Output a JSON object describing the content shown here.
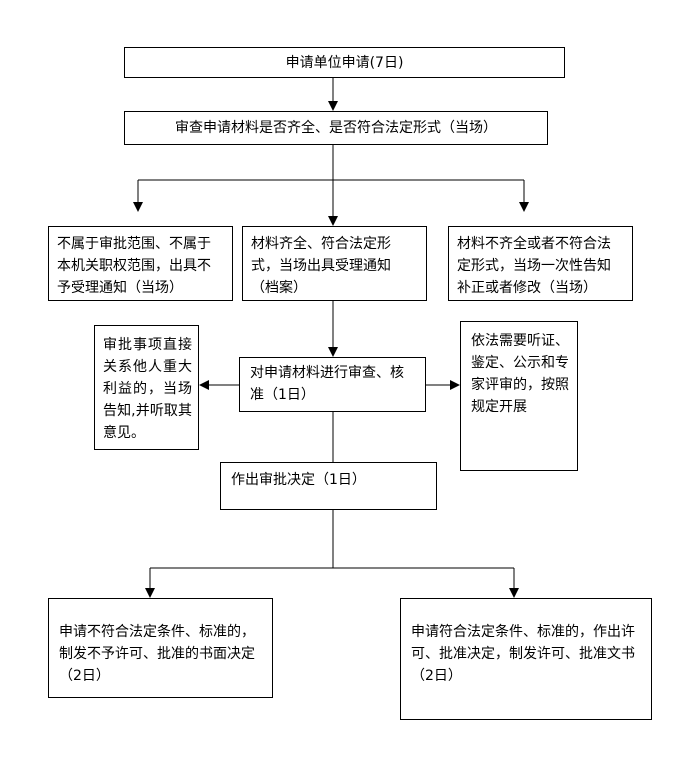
{
  "flowchart": {
    "apply": "申请单位申请(7日)",
    "review": "审查申请材料是否齐全、是否符合法定形式（当场）",
    "reject": "不属于审批范围、不属于本机关职权范围，出具不予受理通知（当场）",
    "accept": "材料齐全、符合法定形式，当场出具受理通知（档案）",
    "supplement": "材料不齐全或者不符合法定形式，当场一次性告知补正或者修改（当场）",
    "notify": "审批事项直接关系他人重大利益的，当场告知,并听取其意见。",
    "examine": "对申请材料进行审查、核准（1日）",
    "hearing": "依法需要听证、鉴定、公示和专家评审的，按照规定开展",
    "decide": "作出审批决定（1日）",
    "deny": "申请不符合法定条件、标准的，制发不予许可、批准的书面决定（2日）",
    "grant": "申请符合法定条件、标准的，作出许可、批准决定，制发许可、批准文书（2日）"
  }
}
